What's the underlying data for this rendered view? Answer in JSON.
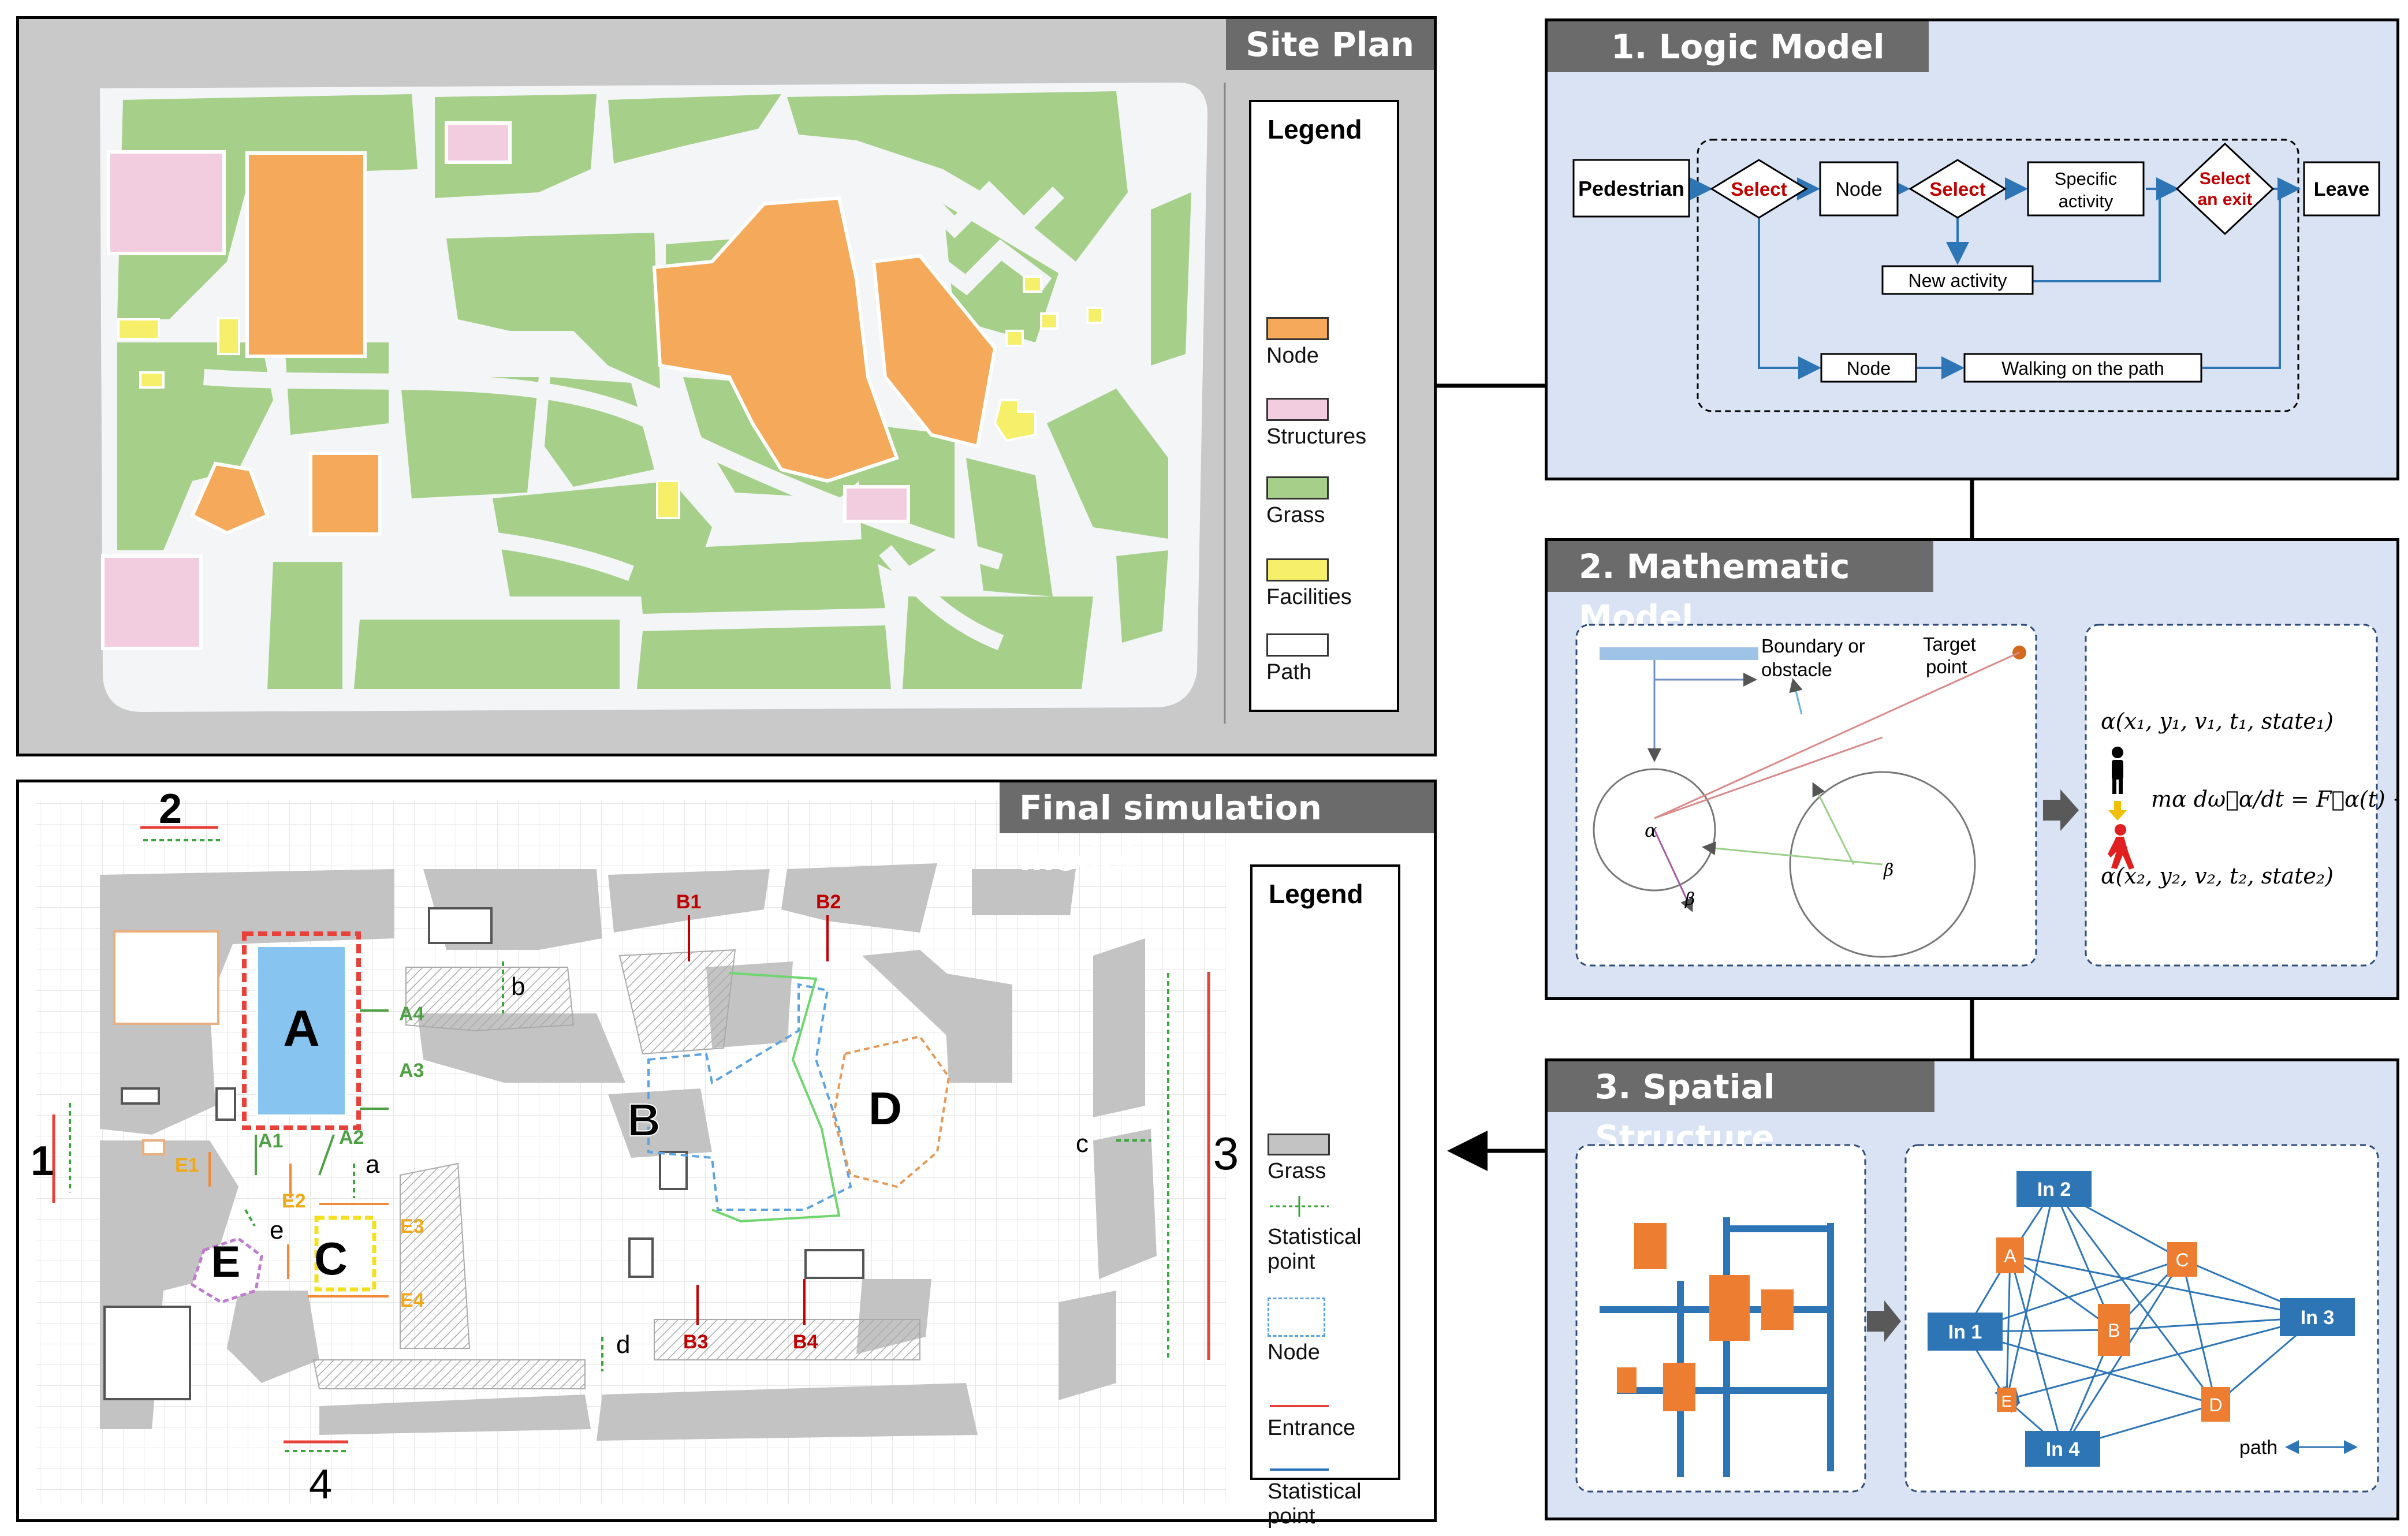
{
  "site_plan": {
    "title": "Site Plan",
    "legend": {
      "title": "Legend",
      "items": [
        {
          "label": "Node",
          "color": "#f5a95a"
        },
        {
          "label": "Structures",
          "color": "#f2cde0"
        },
        {
          "label": "Grass",
          "color": "#a6d08a"
        },
        {
          "label": "Facilities",
          "color": "#f5ef6a"
        },
        {
          "label": "Path",
          "color": "#ffffff"
        }
      ]
    }
  },
  "logic_model": {
    "title": "1. Logic Model",
    "nodes": {
      "pedestrian": "Pedestrian",
      "select1": "Select",
      "node1": "Node",
      "select2": "Select",
      "specific_line1": "Specific",
      "specific_line2": "activity",
      "exit_line1": "Select",
      "exit_line2": "an exit",
      "leave": "Leave",
      "new_activity": "New activity",
      "node2": "Node",
      "walking": "Walking on the path"
    }
  },
  "math_model": {
    "title": "2. Mathematic Model",
    "boundary_line1": "Boundary or",
    "boundary_line2": "obstacle",
    "target_line1": "Target",
    "target_line2": "point",
    "alpha": "α",
    "beta": "β",
    "state1": "α(x₁, y₁, v₁, t₁, state₁)",
    "state2": "α(x₂, y₂, v₂, t₂, state₂)",
    "equation": "mα dω⃗α/dt = F⃗α(t) + ξ"
  },
  "spatial": {
    "title": "3. Spatial Structure",
    "nodes": [
      "In 2",
      "In 1",
      "In 3",
      "In 4",
      "A",
      "B",
      "C",
      "D",
      "E"
    ],
    "path_label": "path"
  },
  "final": {
    "title": "Final simulation model",
    "labels": {
      "n1": "1",
      "n2": "2",
      "n3": "3",
      "n4": "4",
      "A": "A",
      "B": "B",
      "C": "C",
      "D": "D",
      "E": "E",
      "a": "a",
      "b": "b",
      "c": "c",
      "d": "d",
      "e": "e",
      "A1": "A1",
      "A2": "A2",
      "A3": "A3",
      "A4": "A4",
      "B1": "B1",
      "B2": "B2",
      "B3": "B3",
      "B4": "B4",
      "E1": "E1",
      "E2": "E2",
      "E3": "E3",
      "E4": "E4"
    },
    "legend": {
      "title": "Legend",
      "grass": "Grass",
      "stat1_line1": "Statistical",
      "stat1_line2": "point",
      "node": "Node",
      "entrance": "Entrance",
      "stat2_line1": "Statistical",
      "stat2_line2": "point"
    }
  },
  "colors": {
    "panel_bg": "#d9e3f3",
    "title_bg": "#6b6b6b",
    "arrow_blue": "#2e75b6",
    "select_red": "#c00000",
    "node_orange": "#ed7d31",
    "in_blue": "#2e75b6",
    "entrance_red": "#e8413a",
    "stat_green": "#3aa63a",
    "node_blue": "#5ba3e0",
    "label_red": "#c00000",
    "label_green": "#4ea044",
    "label_orange": "#f0a818"
  }
}
